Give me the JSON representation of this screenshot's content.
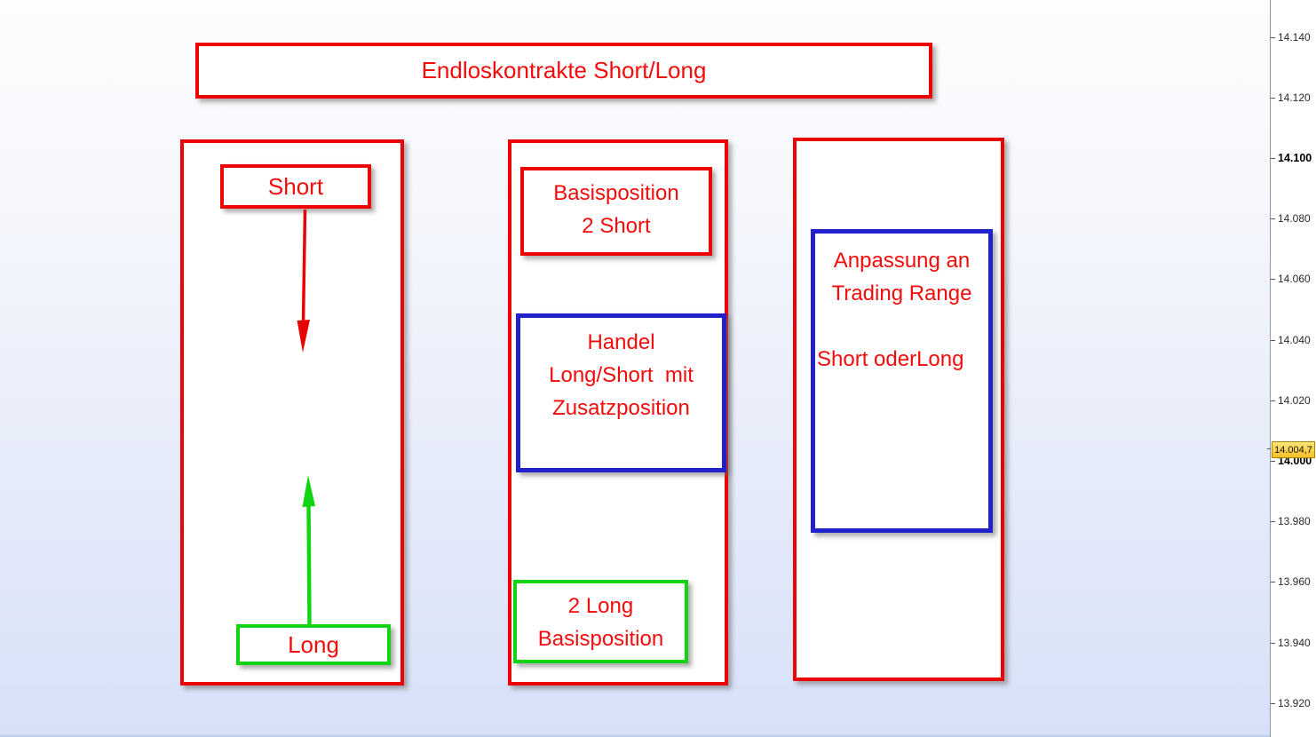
{
  "title": "Endloskontrakte Short/Long",
  "panels": {
    "flow": {
      "short_label": "Short",
      "long_label": "Long"
    },
    "base": {
      "top_box_line1": "Basisposition",
      "top_box_line2": "2 Short",
      "mid_box_line1": "Handel",
      "mid_box_line2": "Long/Short  mit",
      "mid_box_line3": "Zusatzposition",
      "bottom_box_line1": "2 Long",
      "bottom_box_line2": "Basisposition"
    },
    "range": {
      "line1": "Anpassung an",
      "line2": "Trading Range",
      "line3": "Short oderLong"
    }
  },
  "axis": {
    "ticks": [
      {
        "label": "14.140",
        "bold": false
      },
      {
        "label": "14.120",
        "bold": false
      },
      {
        "label": "14.100",
        "bold": true
      },
      {
        "label": "14.080",
        "bold": false
      },
      {
        "label": "14.060",
        "bold": false
      },
      {
        "label": "14.040",
        "bold": false
      },
      {
        "label": "14.020",
        "bold": false
      },
      {
        "label": "14.000",
        "bold": true
      },
      {
        "label": "13.980",
        "bold": false
      },
      {
        "label": "13.960",
        "bold": false
      },
      {
        "label": "13.940",
        "bold": false
      },
      {
        "label": "13.920",
        "bold": false
      }
    ],
    "current_price": "14.004,7"
  },
  "colors": {
    "annotation_red": "#ec0404",
    "annotation_text_red": "#f40b0b",
    "annotation_blue": "#2222cc",
    "annotation_green": "#12d412",
    "arrow_red": "#e60505",
    "arrow_green": "#12d412",
    "price_tag_bg": "#f8c72e",
    "chart_bg_top": "#fdfdfe",
    "chart_bg_bottom": "#d7e0f7"
  }
}
